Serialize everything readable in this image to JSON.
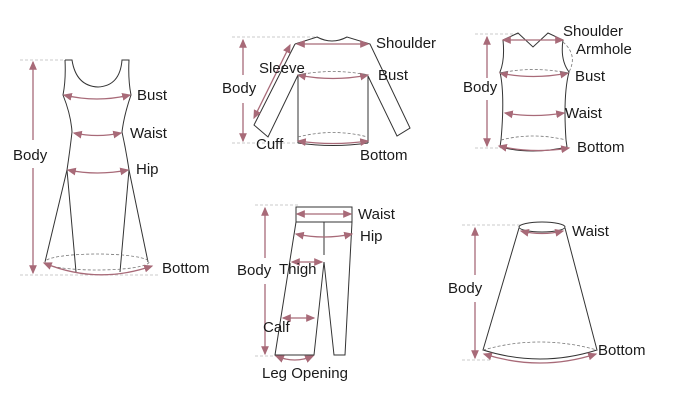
{
  "colors": {
    "measure_line": "#a86a78",
    "outline": "#333333",
    "background": "#ffffff"
  },
  "dress": {
    "bust": "Bust",
    "waist": "Waist",
    "hip": "Hip",
    "body": "Body",
    "bottom": "Bottom"
  },
  "sweater": {
    "shoulder": "Shoulder",
    "sleeve": "Sleeve",
    "bust": "Bust",
    "body": "Body",
    "cuff": "Cuff",
    "bottom": "Bottom"
  },
  "vest": {
    "shoulder": "Shoulder",
    "armhole": "Armhole",
    "bust": "Bust",
    "waist": "Waist",
    "body": "Body",
    "bottom": "Bottom"
  },
  "pants": {
    "waist": "Waist",
    "hip": "Hip",
    "body": "Body",
    "thigh": "Thigh",
    "calf": "Calf",
    "leg_opening": "Leg Opening"
  },
  "skirt": {
    "waist": "Waist",
    "body": "Body",
    "bottom": "Bottom"
  }
}
